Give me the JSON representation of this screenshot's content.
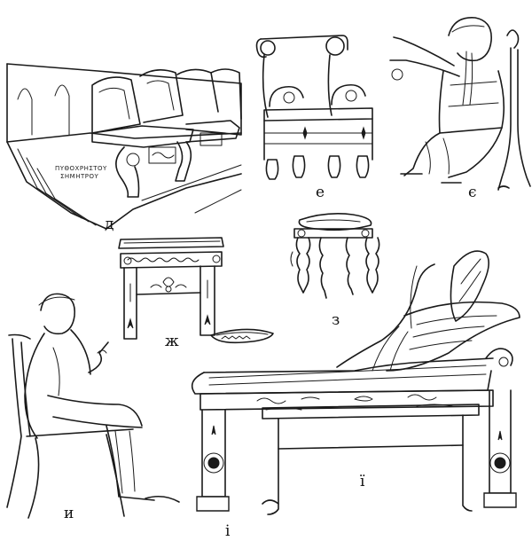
{
  "labels": {
    "d": "д",
    "e": "е",
    "ye": "є",
    "zh": "ж",
    "z": "з",
    "y": "и",
    "i": "і",
    "yi": "ї"
  },
  "inscriptions": {
    "throne_line1": "ΠΥΘΟΧΡΗΣΤΟΥ",
    "throne_line2": "ΣΗΜΗΤΡΟΥ"
  }
}
